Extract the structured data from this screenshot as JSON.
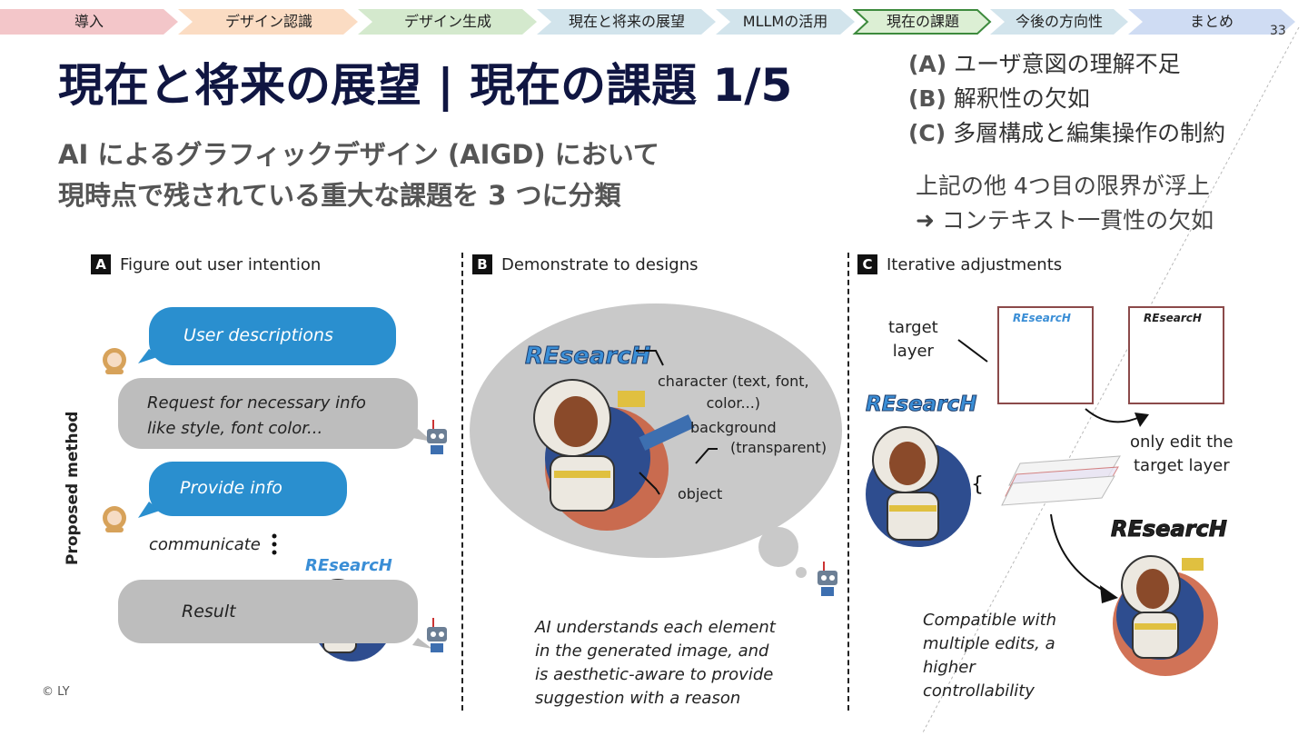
{
  "nav": {
    "items": [
      {
        "label": "導入",
        "color": "#f3c6c9"
      },
      {
        "label": "デザイン認識",
        "color": "#fbdcc3"
      },
      {
        "label": "デザイン生成",
        "color": "#d4e9cd"
      },
      {
        "label": "現在と将来の展望",
        "color": "#d2e4ec"
      },
      {
        "label": "MLLMの活用",
        "color": "#d2e4ec"
      },
      {
        "label": "現在の課題",
        "color": "#dcefd4"
      },
      {
        "label": "今後の方向性",
        "color": "#d2e4ec"
      },
      {
        "label": "まとめ",
        "color": "#cfdcf3"
      }
    ],
    "active_index": 5
  },
  "page_number": "33",
  "title": "現在と将来の展望 | 現在の課題 1/5",
  "subtitle": {
    "line1": "AI によるグラフィックデザイン (AIGD) において",
    "line2": "現時点で残されている重大な課題を 3 つに分類"
  },
  "issues": [
    {
      "label": "(A)",
      "text": "ユーザ意図の理解不足"
    },
    {
      "label": "(B)",
      "text": "解釈性の欠如"
    },
    {
      "label": "(C)",
      "text": "多層構成と編集操作の制約"
    }
  ],
  "extra": {
    "line1": "上記の他 4つ目の限界が浮上",
    "line2": "➜ コンテキスト一貫性の欠如"
  },
  "copyright": "© LY",
  "figure": {
    "panel_a": {
      "badge": "A",
      "title": "Figure out user intention",
      "vertical_label": "Proposed method",
      "bubble1": "User descriptions",
      "bubble2_line1": "Request  for  necessary  info",
      "bubble2_line2": "like style, font color...",
      "bubble3": "Provide info",
      "communicate": "communicate",
      "result": "Result",
      "logo": "REsearcH"
    },
    "panel_b": {
      "badge": "B",
      "title": "Demonstrate to designs",
      "logo": "REsearcH",
      "label_character_line1": "character (text, font,",
      "label_character_line2": "color...)",
      "label_background_line1": "background",
      "label_background_line2": "(transparent)",
      "label_object": "object",
      "caption_line1": "AI understands each element",
      "caption_line2": "in  the  generated  image,  and",
      "caption_line3": "is  aesthetic-aware  to  provide",
      "caption_line4": "suggestion with a reason"
    },
    "panel_c": {
      "badge": "C",
      "title": "Iterative adjustments",
      "target_line1": "target",
      "target_line2": "layer",
      "logo": "REsearcH",
      "edit_line1": "only edit the",
      "edit_line2": "target layer",
      "caption_line1": "Compatible with",
      "caption_line2": "multiple edits, a",
      "caption_line3": "higher",
      "caption_line4": "controllability"
    }
  }
}
